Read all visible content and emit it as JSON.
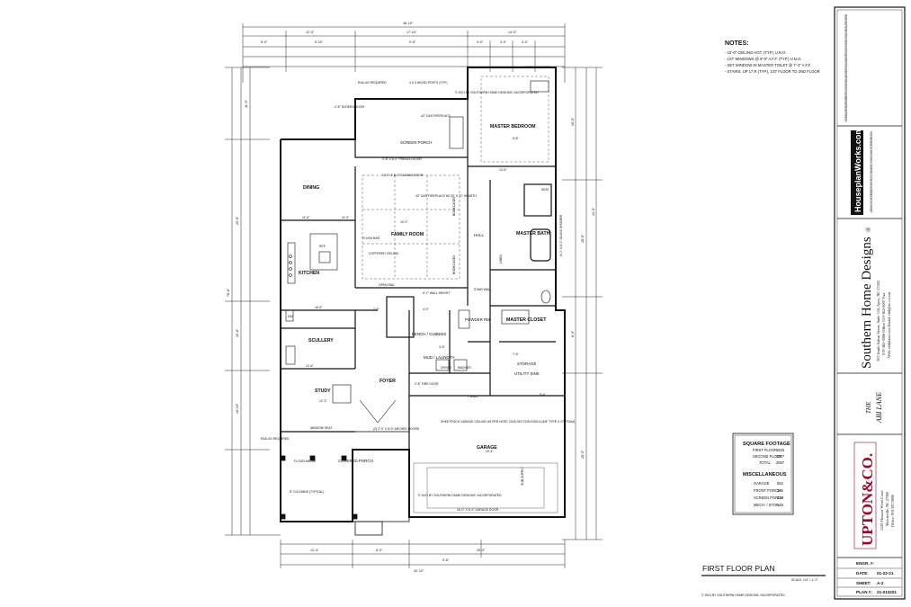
{
  "notes": {
    "title": "NOTES:",
    "items": [
      "- 10'-0\" CEILING HGT. (TYP.) U.N.O.",
      "- 1ST WINDOWS @ 8'-0\" A.F.F. (TYP.) U.N.O.",
      "- SET WINDOW IN MASTER TOILET @ 7'-4\" A.F.F.",
      "- STAIRS: UP 17 R (TYP.), 1ST FLOOR TO 2ND FLOOR"
    ]
  },
  "plan": {
    "title": "FIRST FLOOR PLAN",
    "scale": "SCALE: 1/4\" = 1'-0\"",
    "copyright_bottom": "© 2021 BY SOUTHERN HOME DESIGNS, INCORPORATED",
    "copyright_top": "© 2021 BY SOUTHERN HOME DESIGNS, INCORPORATED",
    "copyright_garage": "© 2021 BY SOUTHERN HOME DESIGNS, INCORPORATED",
    "rooms": {
      "master_bedroom": "MASTER BEDROOM",
      "dining": "DINING",
      "family_room": "FAMILY ROOM",
      "kitchen": "KITCHEN",
      "scullery": "SCULLERY",
      "study": "STUDY",
      "foyer": "FOYER",
      "garage": "GARAGE",
      "master_bath": "MASTER BATH",
      "master_closet": "MASTER CLOSET",
      "screen_porch": "SCREEN PORCH",
      "covered_porch": "COVERED PORCH",
      "hall": "HALL",
      "storage": "STORAGE",
      "mud_laundry": "MUD / LAUNDRY",
      "powder_rm": "POWDER RM.",
      "bench_cubbies": "BENCH / CUBBIES",
      "utility_sink": "UTILITY SINK",
      "dryer": "DRYER",
      "washer": "WASHER"
    },
    "callouts": {
      "rail_top": "RAIL AS REQUIRED",
      "posts": "4 X 4 WOOD POSTS (TYP.)",
      "screen_door": "2'-8\" SCREEN DOOR",
      "gas_fireplace_top": "42\" GAS FIREPLACE",
      "french_door": "2'-8\" X 8'-0\" FRENCH DOOR",
      "sliding_door": "12'-0\" X 8'-0\" SLIDING DOOR",
      "gas_fireplace_mid": "42\" GAS FIREPLACE W/ 20\" X 72\" HEARTH",
      "flush_bar": "FLUSH BAR",
      "coffered": "COFFERED CEILING",
      "open_rail": "OPEN RAIL",
      "wall_height": "6'-7\" WALL HEIGHT",
      "stair_wall": "STAIR WALL",
      "sheetrock": "SHEETROCK GARAGE CEILING AS PER NCRC 2018 SECTION R302.6 (5/8\" TYPE X GYPSUM)",
      "garage_door": "16'-0\" X 8'-0\" GARAGE DOOR",
      "rail_bottom": "RAIL AS REQUIRED",
      "window_seat": "WINDOW SEAT",
      "floor_above": "FLOOR ABOVE",
      "columns": "8\" COLUMNS (TYPICAL)",
      "arched_doors": "(2) 2'-0\" X 8'-0\" ARCHED DOORS",
      "fire_door": "2'-8\" FIRE DOOR",
      "sub_supply": "SUB SUPPLY",
      "bookcases": "BOOKCASES",
      "seat": "SEAT",
      "linen": "LINEN",
      "mirror_note": "6'-0\" X 8'-0\" GLASS SHOWER",
      "i_wall": "I' WALL",
      "ref": "REF.",
      "dw": "DW",
      "pantry_note": "2'-0\" X 2'-0\" OPEN"
    },
    "dims_top": [
      "46'-10\"",
      "12'-0\"",
      "17'-10\"",
      "14'-0\"",
      "6'-3\"",
      "5'-10\"",
      "9'-5\"",
      "3'-0\"",
      "3'-0\"",
      "3'-0\""
    ],
    "dims_bottom": [
      "13'-4\"",
      "8'-0\"",
      "25'-4\"",
      "9'-8\"",
      "42'-10\""
    ],
    "dims_left": [
      "78'-6\"",
      "20'-8\"",
      "16'-8\"",
      "16'-10\"",
      "11'-5\""
    ],
    "dims_right": [
      "44'-0\"",
      "28'-6\"",
      "25'-0\"",
      "10'-0\"",
      "8'-0\""
    ],
    "dims_inner": [
      "11'-6\"",
      "11'-0\"",
      "10'-0\"",
      "13'-6\"",
      "16'-6\"",
      "12'-6\"",
      "4'-0\"",
      "3'-5\"",
      "7'-6\"",
      "19'-4\"",
      "5'-8\"",
      "9'-4\"",
      "7'-6\"",
      "12'-3\""
    ]
  },
  "square_footage": {
    "title": "SQUARE FOOTAGE",
    "rows": [
      {
        "label": "FIRST FLOOR",
        "value": "1820"
      },
      {
        "label": "SECOND FLOOR",
        "value": "1077"
      },
      {
        "label": "TOTAL",
        "value": "2897"
      }
    ],
    "misc_title": "MISCELLANEOUS",
    "misc_rows": [
      {
        "label": "GARAGE",
        "value": "552"
      },
      {
        "label": "FRONT PORCH",
        "value": "205"
      },
      {
        "label": "SCREEN PORCH",
        "value": "212"
      },
      {
        "label": "MECH. / STOR.",
        "value": "148"
      }
    ]
  },
  "title_block": {
    "copyright_vertical": "© 2021 BY SOUTHERN HOME DESIGNS, INCORPORATED THESE PLANS ARE PROTECTED UNDER FEDERAL COPYRIGHT LAWS. THE ORIGINAL PURCHASER OF THESE PLANS IS LICENSED TO USE THE PLANS FOR THE CONSTRUCTION OF ONE SINGLE FAMILY HOME. REPRODUCTION, MODIFICATION, OR REUSE OF THESE PLANS WITHOUT THE CONSENT OF SOUTHERN HOME DESIGNS, INCORPORATED, IS STRICTLY PROHIBITED.",
    "houseplan_works": "HouseplanWorks.com",
    "disclaimer": "ALL DIMENSIONS AND SITE CONDITIONS ARE TO BE VERIFIED BEFORE CONSTRUCTION BEGINS. OWNER / CONTRACTOR ASSUMES ALL RESPONSIBILITY FOR COMPLIANCE WITH LOCAL BUILDING CODES. NOT RESPONSIBLE FOR ERRORS OR OMISSIONS.",
    "firm_name": "Southern Home Designs",
    "firm_reg": "®",
    "firm_addr1": "303 South Salem Street, Suite 104, Apex, NC 27502",
    "firm_addr2": "919-362-0086 Office   919-362-0087 Fax",
    "firm_addr3": "Web: shdplans.com   Email: shd@nc.rr.com",
    "project_the": "THE",
    "project_name": "ABI LANE",
    "client_logo": "UPTON&CO.",
    "client_addr1": "1120 Pleasant Wood Court",
    "client_addr2": "Morrisville, NC 27560",
    "client_addr3": "Office: 919.397.9806",
    "fields": [
      {
        "label": "ENGR. #:",
        "value": ""
      },
      {
        "label": "DATE:",
        "value": "01-22-21"
      },
      {
        "label": "SHEET:",
        "value": "A-2"
      },
      {
        "label": "PLAN #:",
        "value": "21-013201"
      }
    ]
  }
}
